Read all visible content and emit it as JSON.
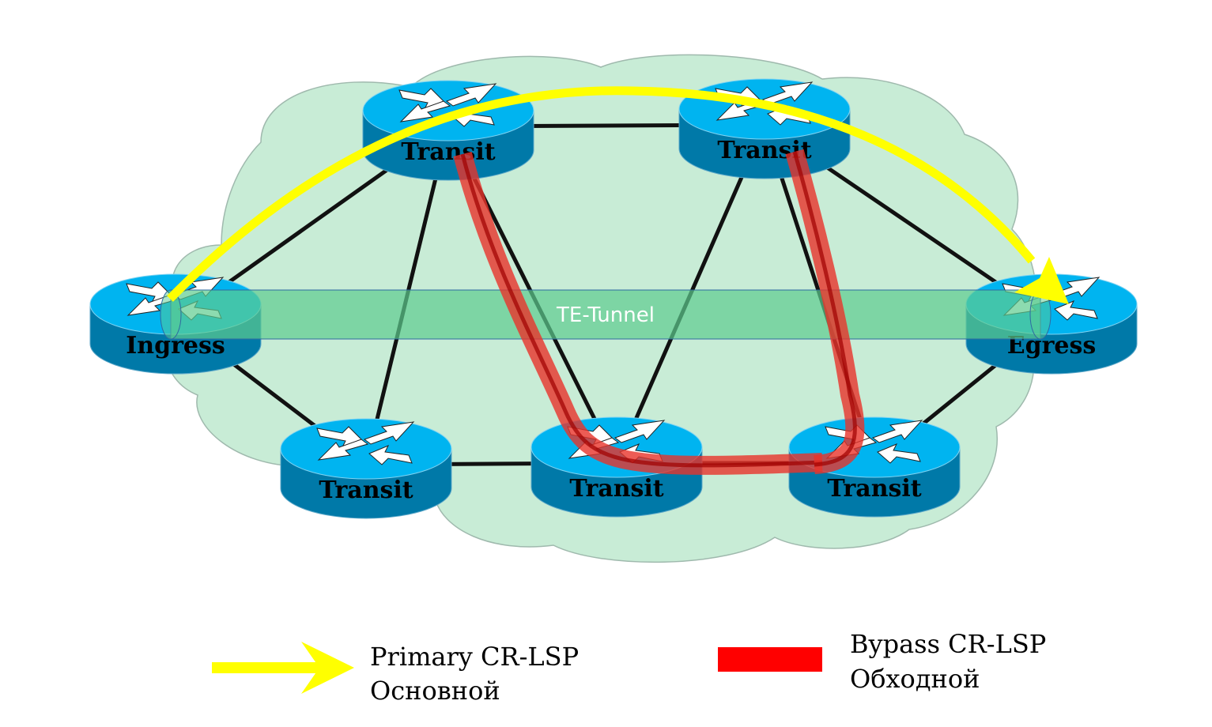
{
  "colors": {
    "cloud": "#c8ecd6",
    "cloud_edge": "#9fb9ad",
    "link": "#111111",
    "router_top": "#00b4f0",
    "router_side": "#0079a8",
    "tunnel_fill": "#5ccc8f",
    "tunnel_edge": "#2f6aa0",
    "primary": "#ffff00",
    "bypass": "#e8332a"
  },
  "routers": [
    {
      "id": "ingress",
      "label": "Ingress",
      "role": "ingress"
    },
    {
      "id": "transit-top-left",
      "label": "Transit",
      "role": "transit"
    },
    {
      "id": "transit-top-right",
      "label": "Transit",
      "role": "transit"
    },
    {
      "id": "egress",
      "label": "Egress",
      "role": "egress"
    },
    {
      "id": "transit-bottom-left",
      "label": "Transit",
      "role": "transit"
    },
    {
      "id": "transit-bottom-middle",
      "label": "Transit",
      "role": "transit"
    },
    {
      "id": "transit-bottom-right",
      "label": "Transit",
      "role": "transit"
    }
  ],
  "links": [
    [
      "ingress",
      "transit-top-left"
    ],
    [
      "ingress",
      "transit-bottom-left"
    ],
    [
      "transit-top-left",
      "transit-top-right"
    ],
    [
      "transit-top-left",
      "transit-bottom-left"
    ],
    [
      "transit-top-left",
      "transit-bottom-middle"
    ],
    [
      "transit-top-right",
      "transit-bottom-middle"
    ],
    [
      "transit-top-right",
      "transit-bottom-right"
    ],
    [
      "transit-top-right",
      "egress"
    ],
    [
      "transit-bottom-left",
      "transit-bottom-middle"
    ],
    [
      "transit-bottom-middle",
      "transit-bottom-right"
    ],
    [
      "transit-bottom-right",
      "egress"
    ]
  ],
  "tunnel": {
    "label": "TE-Tunnel",
    "from": "ingress",
    "to": "egress"
  },
  "primary_lsp": {
    "path": [
      "ingress",
      "transit-top-left",
      "transit-top-right",
      "egress"
    ]
  },
  "bypass_lsps": [
    {
      "path": [
        "transit-top-left",
        "transit-bottom-middle",
        "transit-bottom-right"
      ]
    },
    {
      "path": [
        "transit-top-right",
        "transit-bottom-right"
      ]
    }
  ],
  "legend": {
    "primary": {
      "line1": "Primary CR-LSP",
      "line2": "Основной"
    },
    "bypass": {
      "line1": "Bypass CR-LSP",
      "line2": "Обходной"
    }
  }
}
